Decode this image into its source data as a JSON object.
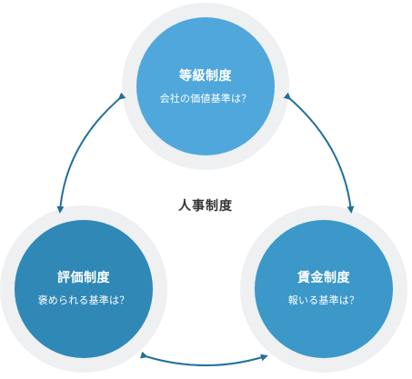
{
  "center_label": "人事制度",
  "nodes": [
    {
      "title": "等級制度",
      "subtitle": "会社の価値基準は？",
      "color": "#4fa7dc"
    },
    {
      "title": "評価制度",
      "subtitle": "褒められる基準は？",
      "color": "#2f88b6"
    },
    {
      "title": "賃金制度",
      "subtitle": "報いる基準は？",
      "color": "#3b98c9"
    }
  ],
  "colors": {
    "ring": "#eef0f1",
    "arrow": "#236f9b"
  }
}
